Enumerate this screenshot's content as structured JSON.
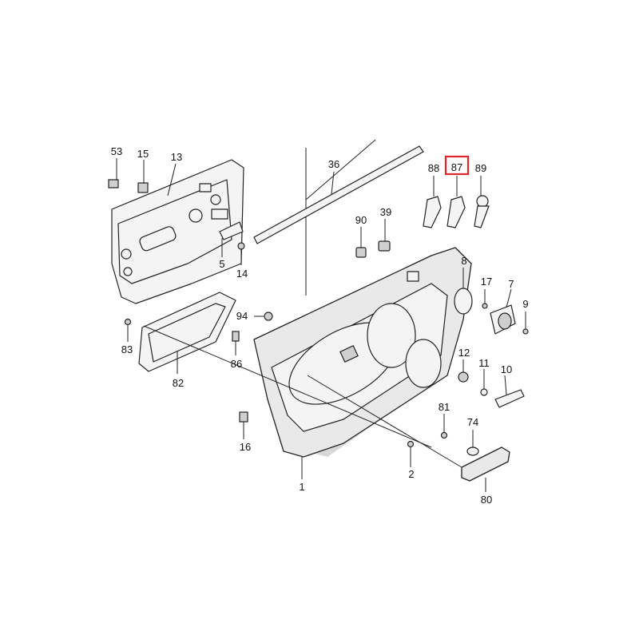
{
  "diagram": {
    "highlight": {
      "callout": "87",
      "color": "#e0262c"
    },
    "callouts": {
      "c53": "53",
      "c15": "15",
      "c13": "13",
      "c36": "36",
      "c88": "88",
      "c87": "87",
      "c89": "89",
      "c90": "90",
      "c39": "39",
      "c5": "5",
      "c14": "14",
      "c8": "8",
      "c17": "17",
      "c7": "7",
      "c9": "9",
      "c94": "94",
      "c83": "83",
      "c82": "82",
      "c86": "86",
      "c12": "12",
      "c11": "11",
      "c10": "10",
      "c81": "81",
      "c74": "74",
      "c16": "16",
      "c1": "1",
      "c2": "2",
      "c80": "80"
    }
  }
}
